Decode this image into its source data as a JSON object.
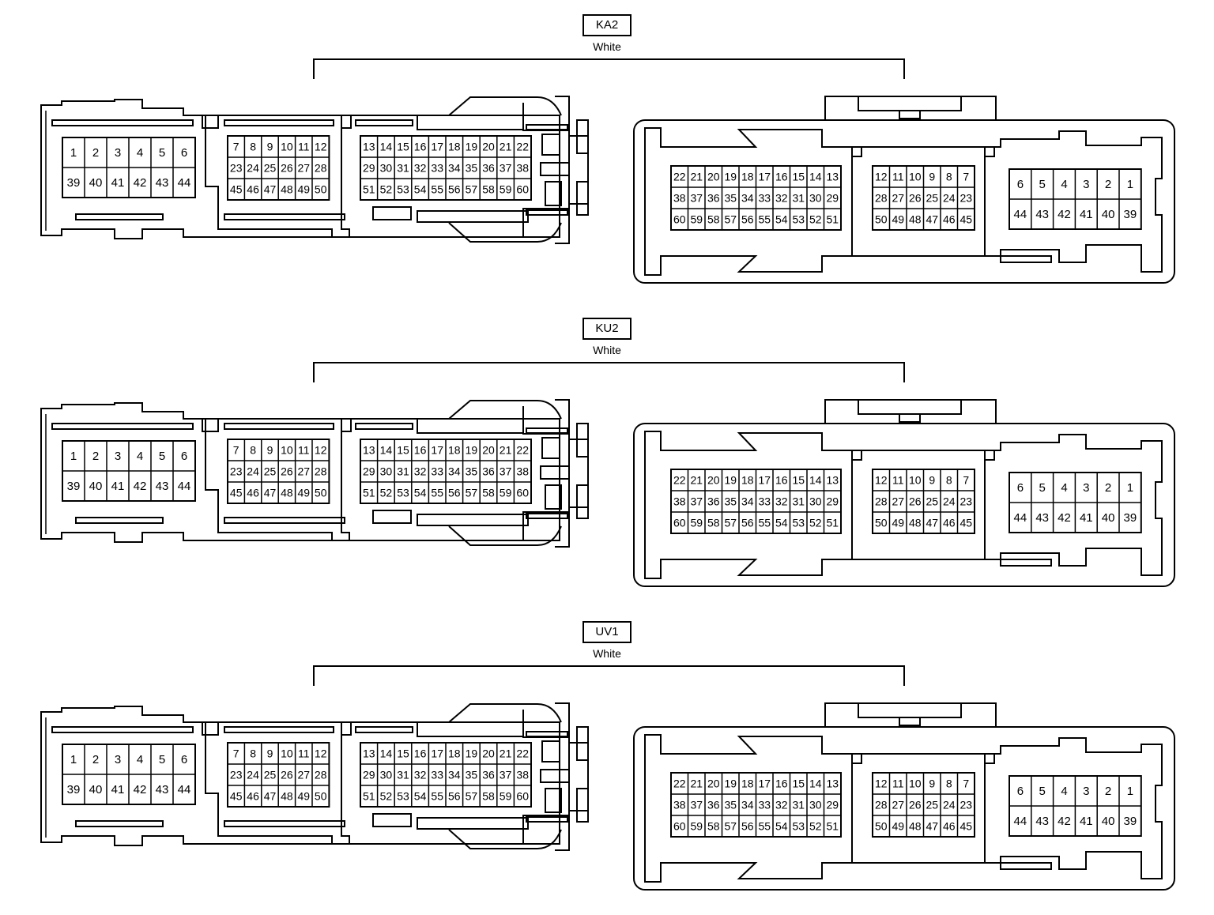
{
  "connectors": [
    {
      "id": "KA2",
      "color": "White"
    },
    {
      "id": "KU2",
      "color": "White"
    },
    {
      "id": "UV1",
      "color": "White"
    }
  ],
  "harness_side": {
    "block_a": {
      "rows": [
        [
          "1",
          "2",
          "3",
          "4",
          "5",
          "6"
        ],
        [
          "39",
          "40",
          "41",
          "42",
          "43",
          "44"
        ]
      ]
    },
    "block_b": {
      "rows": [
        [
          "7",
          "8",
          "9",
          "10",
          "11",
          "12"
        ],
        [
          "23",
          "24",
          "25",
          "26",
          "27",
          "28"
        ],
        [
          "45",
          "46",
          "47",
          "48",
          "49",
          "50"
        ]
      ]
    },
    "block_c": {
      "rows": [
        [
          "13",
          "14",
          "15",
          "16",
          "17",
          "18",
          "19",
          "20",
          "21",
          "22"
        ],
        [
          "29",
          "30",
          "31",
          "32",
          "33",
          "34",
          "35",
          "36",
          "37",
          "38"
        ],
        [
          "51",
          "52",
          "53",
          "54",
          "55",
          "56",
          "57",
          "58",
          "59",
          "60"
        ]
      ]
    }
  },
  "terminal_side": {
    "block_a": {
      "rows": [
        [
          "22",
          "21",
          "20",
          "19",
          "18",
          "17",
          "16",
          "15",
          "14",
          "13"
        ],
        [
          "38",
          "37",
          "36",
          "35",
          "34",
          "33",
          "32",
          "31",
          "30",
          "29"
        ],
        [
          "60",
          "59",
          "58",
          "57",
          "56",
          "55",
          "54",
          "53",
          "52",
          "51"
        ]
      ]
    },
    "block_b": {
      "rows": [
        [
          "12",
          "11",
          "10",
          "9",
          "8",
          "7"
        ],
        [
          "28",
          "27",
          "26",
          "25",
          "24",
          "23"
        ],
        [
          "50",
          "49",
          "48",
          "47",
          "46",
          "45"
        ]
      ]
    },
    "block_c": {
      "rows": [
        [
          "6",
          "5",
          "4",
          "3",
          "2",
          "1"
        ],
        [
          "44",
          "43",
          "42",
          "41",
          "40",
          "39"
        ]
      ]
    }
  }
}
